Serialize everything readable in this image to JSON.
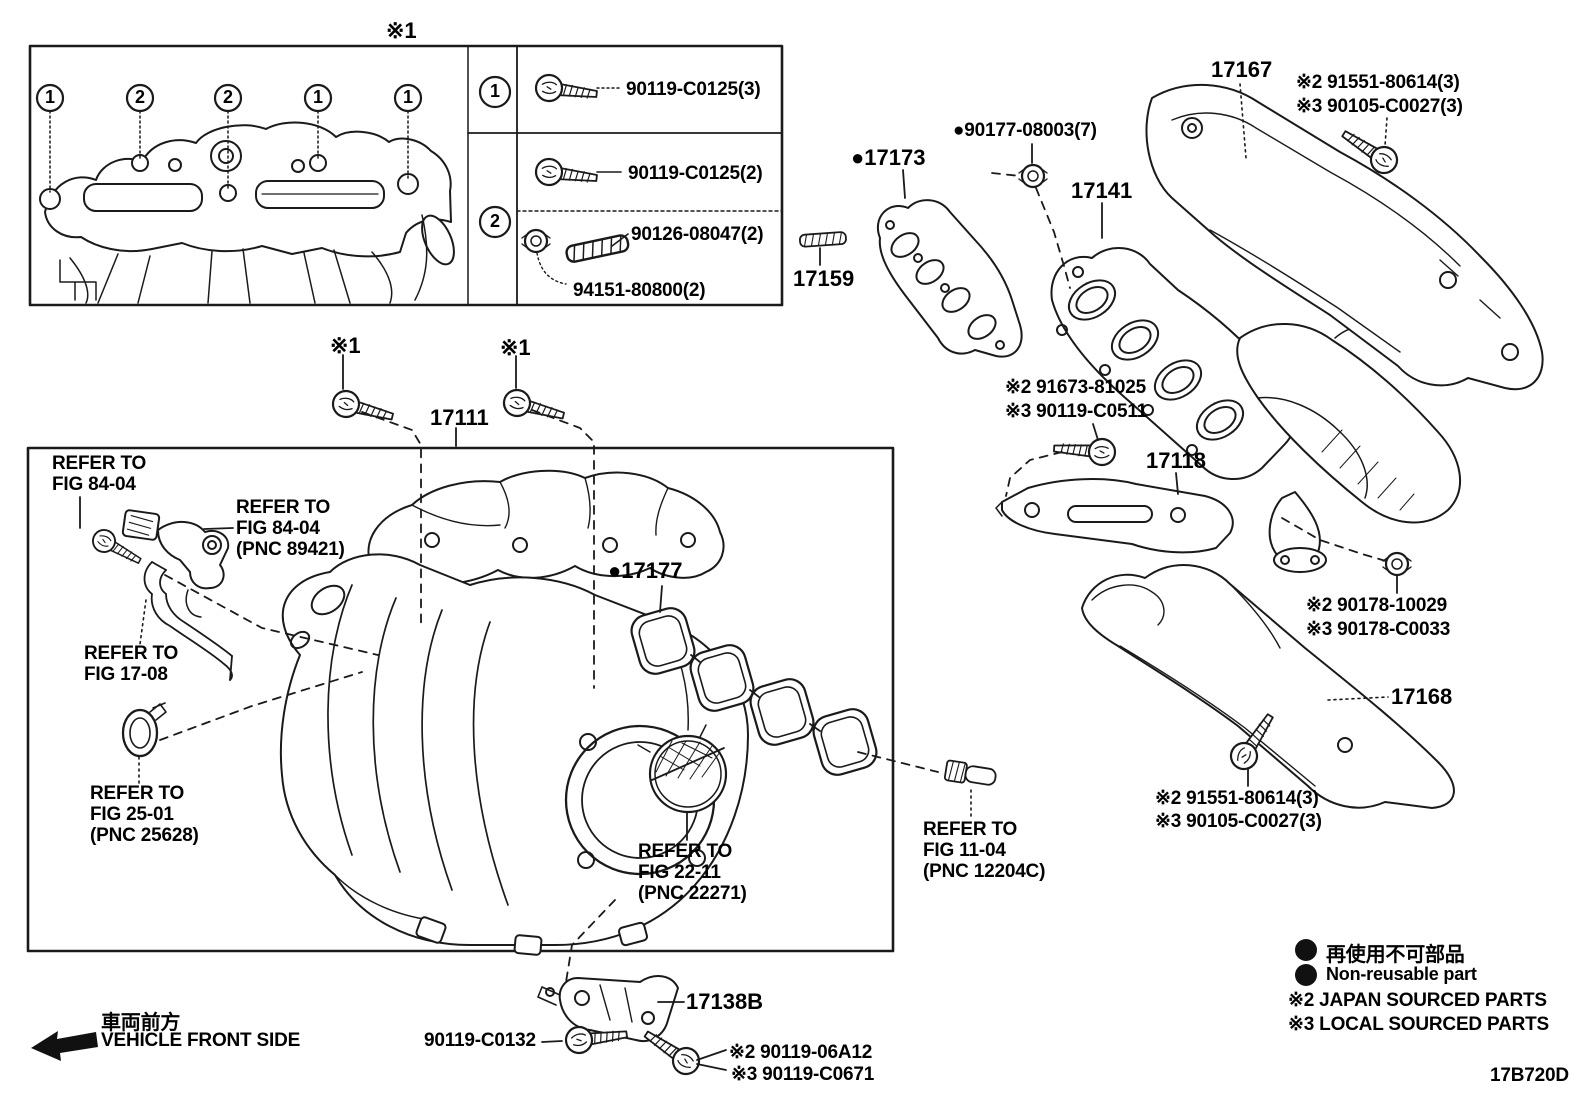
{
  "note_top": "※1",
  "inset_callouts": [
    "1",
    "2",
    "2",
    "1",
    "1"
  ],
  "table": {
    "row1_num": "1",
    "row2_num": "2",
    "row1_part": "90119-C0125(3)",
    "row2_part_a": "90119-C0125(2)",
    "row2_part_b": "90126-08047(2)",
    "row2_part_c": "94151-80800(2)"
  },
  "parts": {
    "p17111": "17111",
    "p17118": "17118",
    "p17138B": "17138B",
    "p17141": "17141",
    "p17159": "17159",
    "p17167": "17167",
    "p17168": "17168",
    "p17173": "●17173",
    "p17177": "●17177",
    "p90177": "●90177-08003(7)",
    "p90119C0132": "90119-C0132"
  },
  "notes": {
    "x1_a": "※1",
    "x1_b": "※1",
    "n91551_top": "※2 91551-80614(3)",
    "n90105_top": "※3 90105-C0027(3)",
    "n91673": "※2 91673-81025",
    "n90119C0511": "※3 90119-C0511",
    "n90178_10029": "※2 90178-10029",
    "n90178_C0033": "※3 90178-C0033",
    "n91551_bot": "※2 91551-80614(3)",
    "n90105_bot": "※3 90105-C0027(3)",
    "n90119_06A12": "※2 90119-06A12",
    "n90119_C0671": "※3 90119-C0671"
  },
  "refers": {
    "fig84a": "REFER TO\nFIG 84-04",
    "fig84b": "REFER TO\nFIG 84-04\n(PNC 89421)",
    "fig17": "REFER TO\nFIG 17-08",
    "fig25": "REFER TO\nFIG 25-01\n(PNC 25628)",
    "fig22": "REFER TO\nFIG 22-11\n(PNC 22271)",
    "fig11": "REFER TO\nFIG 11-04\n(PNC 12204C)"
  },
  "legend": {
    "ja": "再使用不可部品",
    "en": "Non-reusable part",
    "japan": "※2 JAPAN SOURCED PARTS",
    "local": "※3 LOCAL SOURCED PARTS"
  },
  "front": {
    "ja": "車両前方",
    "en": "VEHICLE FRONT SIDE"
  },
  "code": "17B720D"
}
